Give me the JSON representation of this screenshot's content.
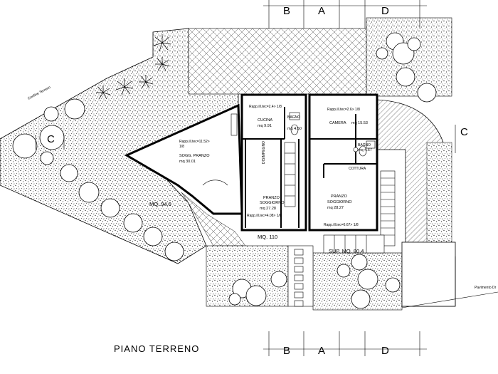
{
  "drawing": {
    "title": "PIANO TERRENO",
    "axis_top": [
      "B",
      "A",
      "D"
    ],
    "axis_bottom": [
      "B",
      "A",
      "D"
    ],
    "axis_left": "C",
    "axis_right": "C"
  },
  "rooms": {
    "cucina": {
      "name": "CUCINA",
      "area": "mq  9.91",
      "ratio": "Rapp.ill.tec=2.4> 1/8"
    },
    "bagno_1": {
      "name": "BAGNO",
      "area": "mq  4.50"
    },
    "camera": {
      "name": "CAMERA",
      "area": "mq  15.53",
      "ratio": "Rapp.ill.tec=2.6> 1/8"
    },
    "bagno_2": {
      "name": "BAGNO",
      "area": "mq  4.67"
    },
    "sogg_pranzo": {
      "name": "SOGG. PRANZO",
      "area": "mq  30.01",
      "ratio": "Rapp.ill.tec=11.52>",
      "ratio_2": "1/8"
    },
    "pranzo_soggiorno_1": {
      "name": "PRANZO",
      "name_2": "SOGGIORNO",
      "area": "mq  27.28",
      "ratio": "Rapp.ill.tec=4.08> 1/8"
    },
    "pranzo_soggiorno_2": {
      "name": "PRANZO",
      "name_2": "SOGGIORNO",
      "area": "mq  28.27",
      "ratio": "Rapp.ill.tec=6.67> 1/8"
    },
    "cottura": {
      "name": "COTTURA"
    },
    "disimpegno": {
      "name": "DISIMPEGNO"
    }
  },
  "lots": {
    "lot_1": "MQ. 94.6",
    "lot_2": "MQ. 110",
    "lot_3": "SUP. MQ. 80.4"
  },
  "labels": {
    "confine_terreno": "Confine Terreno",
    "pavimento": "Pavimento Dr"
  }
}
